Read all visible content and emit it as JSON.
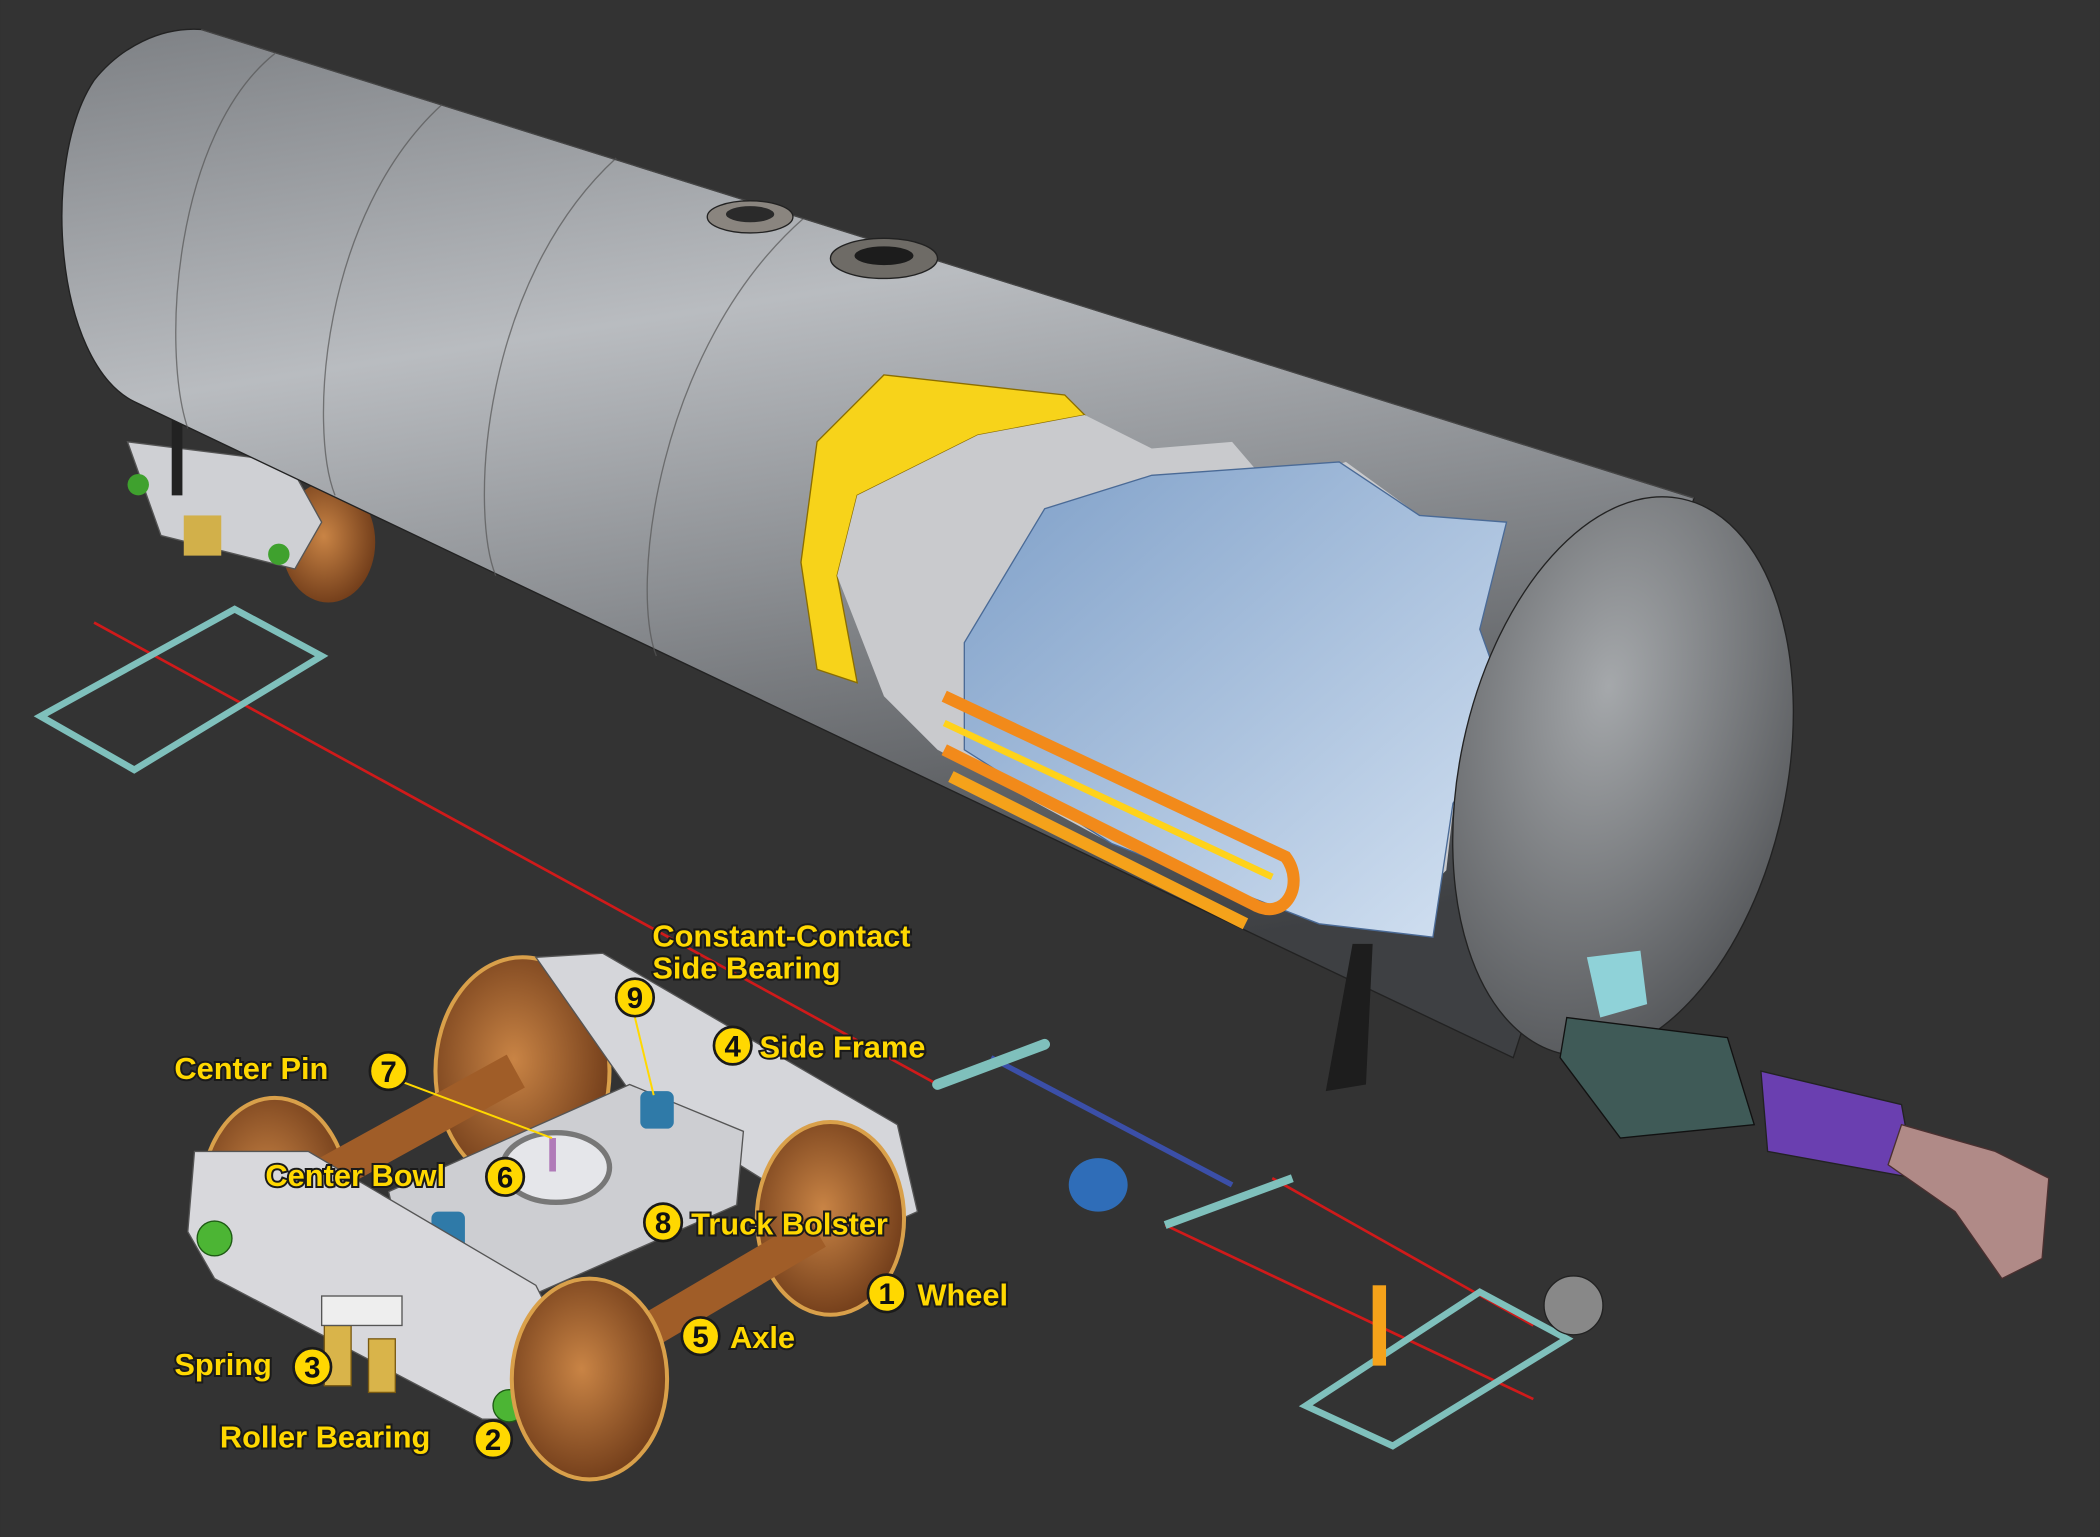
{
  "title": "Tank car with truck assembly cutaway",
  "colors": {
    "background": "#333333",
    "label": "#ffd800",
    "tank": "#8a8d90",
    "wheel": "#a8612d",
    "frame": "#d8d8dc",
    "brake_rod": "#d01a1a"
  },
  "labels": [
    {
      "number": "1",
      "text": "Wheel"
    },
    {
      "number": "2",
      "text": "Roller Bearing"
    },
    {
      "number": "3",
      "text": "Spring"
    },
    {
      "number": "4",
      "text": "Side Frame"
    },
    {
      "number": "5",
      "text": "Axle"
    },
    {
      "number": "6",
      "text": "Center Bowl"
    },
    {
      "number": "7",
      "text": "Center Pin"
    },
    {
      "number": "8",
      "text": "Truck Bolster"
    },
    {
      "number": "9",
      "line1": "Constant-Contact",
      "line2": "Side Bearing"
    }
  ]
}
